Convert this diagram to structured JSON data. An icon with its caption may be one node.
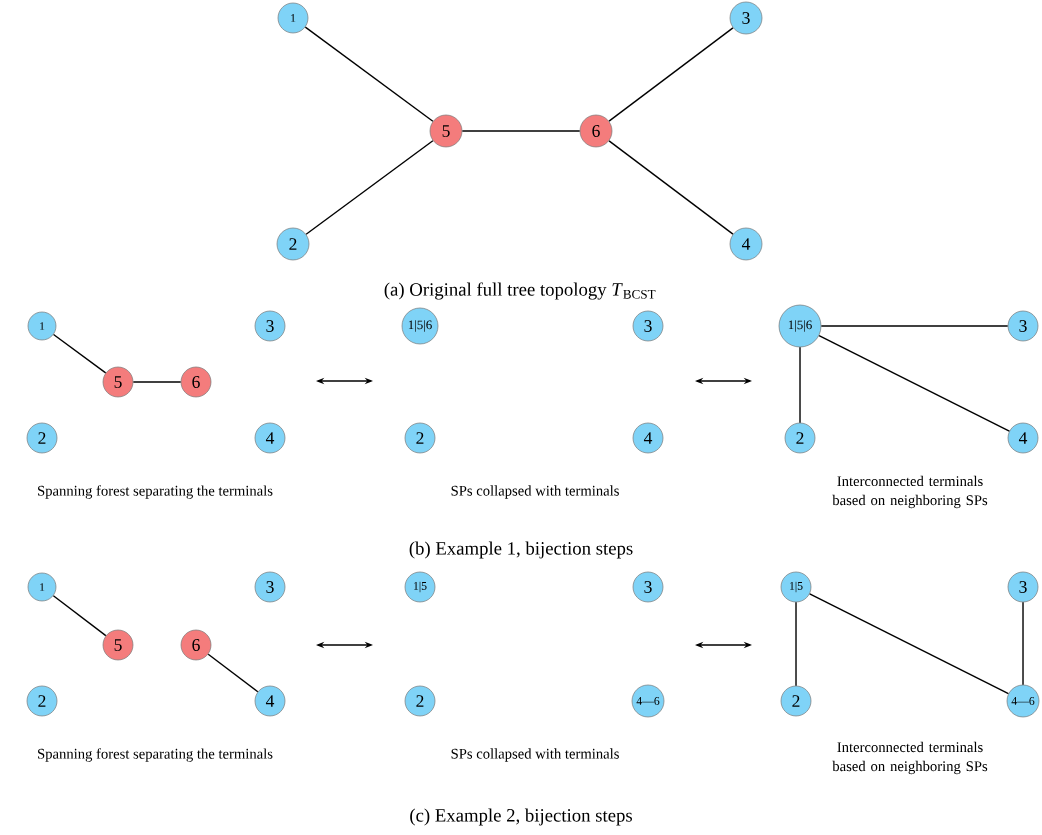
{
  "diagram": {
    "nodes": [
      {
        "text": [
          "1"
        ]
      },
      {
        "text": [
          "5"
        ]
      },
      {
        "text": [
          "6"
        ]
      },
      {
        "text": [
          "3"
        ]
      },
      {
        "text": [
          "2"
        ]
      },
      {
        "text": [
          "4"
        ]
      },
      {
        "text": [
          "1"
        ]
      },
      {
        "text": [
          "3"
        ]
      },
      {
        "text": [
          "5"
        ]
      },
      {
        "text": [
          "6"
        ]
      },
      {
        "text": [
          "2"
        ]
      },
      {
        "text": [
          "4"
        ]
      },
      {
        "text": [
          "1|5|6"
        ]
      },
      {
        "text": [
          "3"
        ]
      },
      {
        "text": [
          "2"
        ]
      },
      {
        "text": [
          "4"
        ]
      },
      {
        "text": [
          "1|5|6"
        ]
      },
      {
        "text": [
          "3"
        ]
      },
      {
        "text": [
          "2"
        ]
      },
      {
        "text": [
          "4"
        ]
      },
      {
        "text": [
          "1"
        ]
      },
      {
        "text": [
          "3"
        ]
      },
      {
        "text": [
          "5"
        ]
      },
      {
        "text": [
          "6"
        ]
      },
      {
        "text": [
          "2"
        ]
      },
      {
        "text": [
          "4"
        ]
      },
      {
        "text": [
          "1|5"
        ]
      },
      {
        "text": [
          "3"
        ]
      },
      {
        "text": [
          "2"
        ]
      },
      {
        "text": [
          "4—6"
        ]
      },
      {
        "text": [
          "1|5"
        ]
      },
      {
        "text": [
          "3"
        ]
      },
      {
        "text": [
          "2"
        ]
      },
      {
        "text": [
          "4—6"
        ]
      }
    ],
    "edges": [
      {
        "from": 0,
        "to": 1,
        "arrow": "none"
      },
      {
        "from": 4,
        "to": 1,
        "arrow": "none"
      },
      {
        "from": 1,
        "to": 2,
        "arrow": "none"
      },
      {
        "from": 2,
        "to": 3,
        "arrow": "none"
      },
      {
        "from": 2,
        "to": 5,
        "arrow": "none"
      },
      {
        "from": 6,
        "to": 8,
        "arrow": "none"
      },
      {
        "from": 8,
        "to": 9,
        "arrow": "none"
      },
      {
        "from": 16,
        "to": 17,
        "arrow": "none"
      },
      {
        "from": 16,
        "to": 18,
        "arrow": "none"
      },
      {
        "from": 16,
        "to": 19,
        "arrow": "none"
      },
      {
        "from": 20,
        "to": 22,
        "arrow": "none"
      },
      {
        "from": 23,
        "to": 25,
        "arrow": "none"
      },
      {
        "from": 30,
        "to": 32,
        "arrow": "none"
      },
      {
        "from": 30,
        "to": 33,
        "arrow": "none"
      },
      {
        "from": 31,
        "to": 33,
        "arrow": "none"
      }
    ],
    "labels": [
      "(a) Original full tree topology *T*$_{BCST}$",
      "Spanning forest separating the terminals",
      "SPs collapsed with terminals",
      "Interconnected terminals based on neighboring SPs",
      "(b) Example 1, bijection steps",
      "Spanning forest separating the terminals",
      "SPs collapsed with terminals",
      "Interconnected terminals based on neighboring SPs",
      "(c) Example 2, bijection steps"
    ]
  }
}
